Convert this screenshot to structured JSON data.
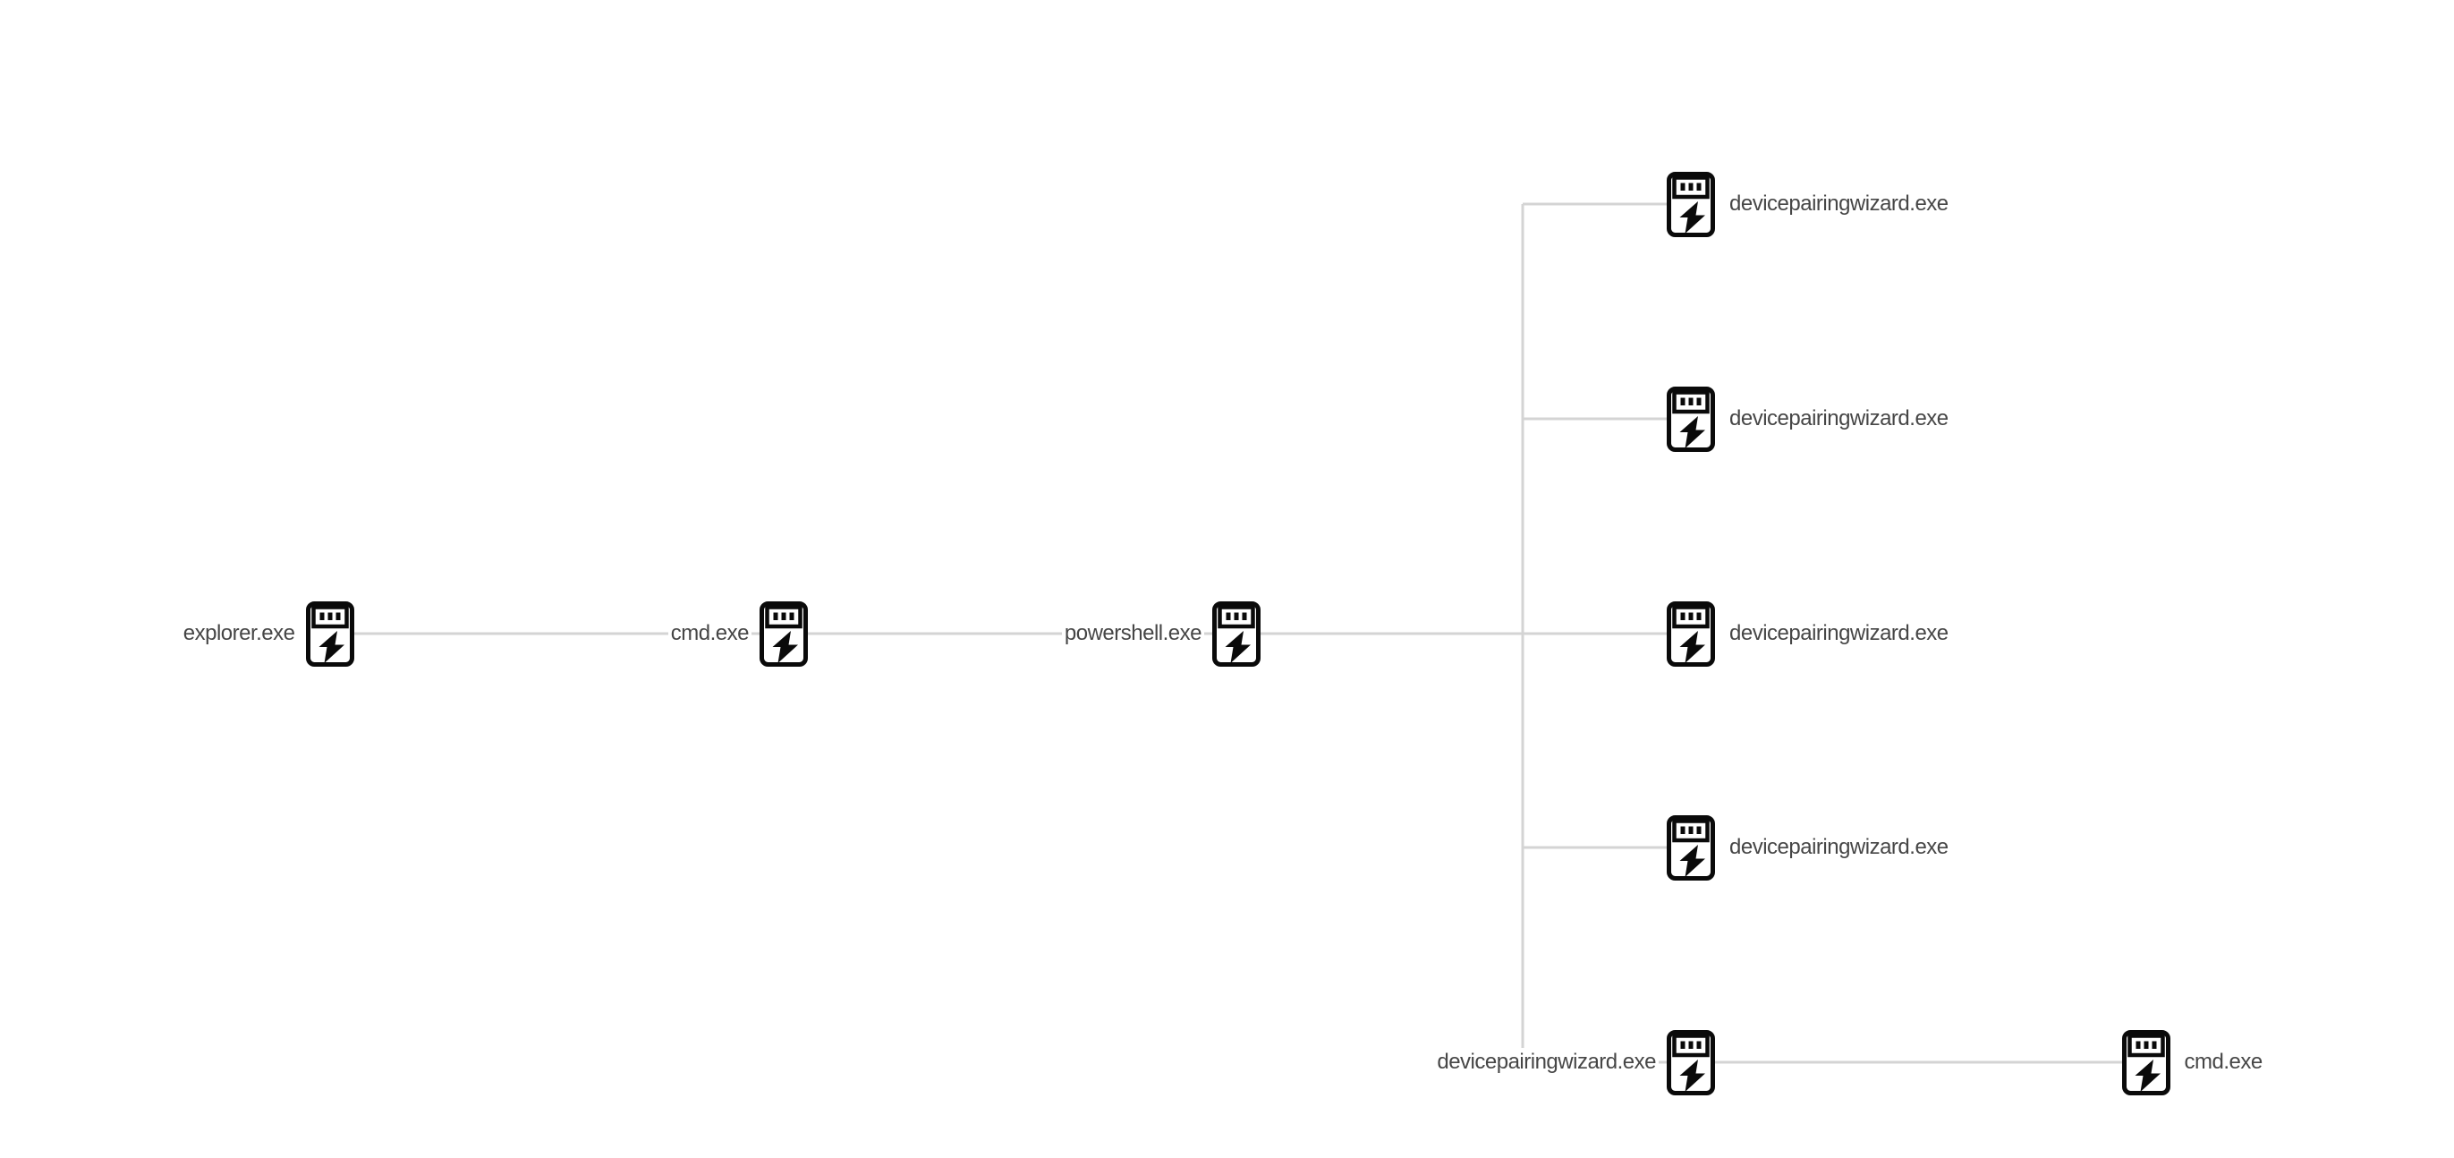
{
  "diagram": {
    "type": "process-tree",
    "icon": "process-icon",
    "colors": {
      "background": "#ffffff",
      "edge": "#d4d4d4",
      "label": "#464646",
      "icon": "#0a0a0a"
    },
    "nodes": [
      {
        "id": "explorer",
        "label": "explorer.exe"
      },
      {
        "id": "cmd-1",
        "label": "cmd.exe"
      },
      {
        "id": "powershell",
        "label": "powershell.exe"
      },
      {
        "id": "dpw-1",
        "label": "devicepairingwizard.exe"
      },
      {
        "id": "dpw-2",
        "label": "devicepairingwizard.exe"
      },
      {
        "id": "dpw-3",
        "label": "devicepairingwizard.exe"
      },
      {
        "id": "dpw-4",
        "label": "devicepairingwizard.exe"
      },
      {
        "id": "dpw-5",
        "label": "devicepairingwizard.exe"
      },
      {
        "id": "cmd-2",
        "label": "cmd.exe"
      }
    ],
    "edges": [
      {
        "from": "explorer",
        "to": "cmd-1"
      },
      {
        "from": "cmd-1",
        "to": "powershell"
      },
      {
        "from": "powershell",
        "to": "dpw-1"
      },
      {
        "from": "powershell",
        "to": "dpw-2"
      },
      {
        "from": "powershell",
        "to": "dpw-3"
      },
      {
        "from": "powershell",
        "to": "dpw-4"
      },
      {
        "from": "powershell",
        "to": "dpw-5"
      },
      {
        "from": "dpw-5",
        "to": "cmd-2"
      }
    ]
  }
}
